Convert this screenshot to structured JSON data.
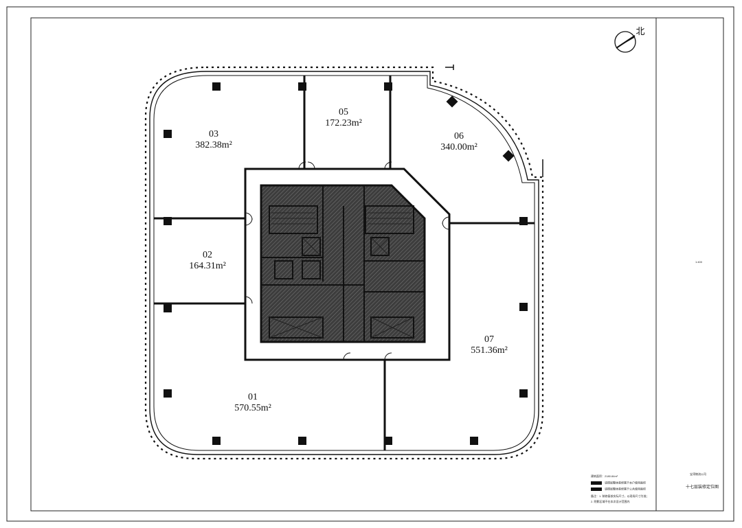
{
  "north_label": "北",
  "rooms": [
    {
      "id": "01",
      "area": "570.55m²"
    },
    {
      "id": "02",
      "area": "164.31m²"
    },
    {
      "id": "03",
      "area": "382.38m²"
    },
    {
      "id": "05",
      "area": "172.23m²"
    },
    {
      "id": "06",
      "area": "340.00m²"
    },
    {
      "id": "07",
      "area": "551.36m²"
    }
  ],
  "title_block": {
    "scale_text": "1:400",
    "company_text": "宝湾物流公司",
    "drawing_title": "十七层装修定位图"
  },
  "notes": {
    "area_line": "建筑面积：2180.84m²",
    "legend_1": "该楼层整体装修属于本户使用面积",
    "legend_2": "该楼层整体装修属于公共使用面积",
    "note_1": "备注：1. 装修复核实际尺寸，以现场尺寸为准；",
    "note_2": "2. 阴影区域不在本次设计范围内"
  },
  "colors": {
    "line": "#111111",
    "core_fill": "#4a4a4a",
    "paper": "#ffffff"
  }
}
